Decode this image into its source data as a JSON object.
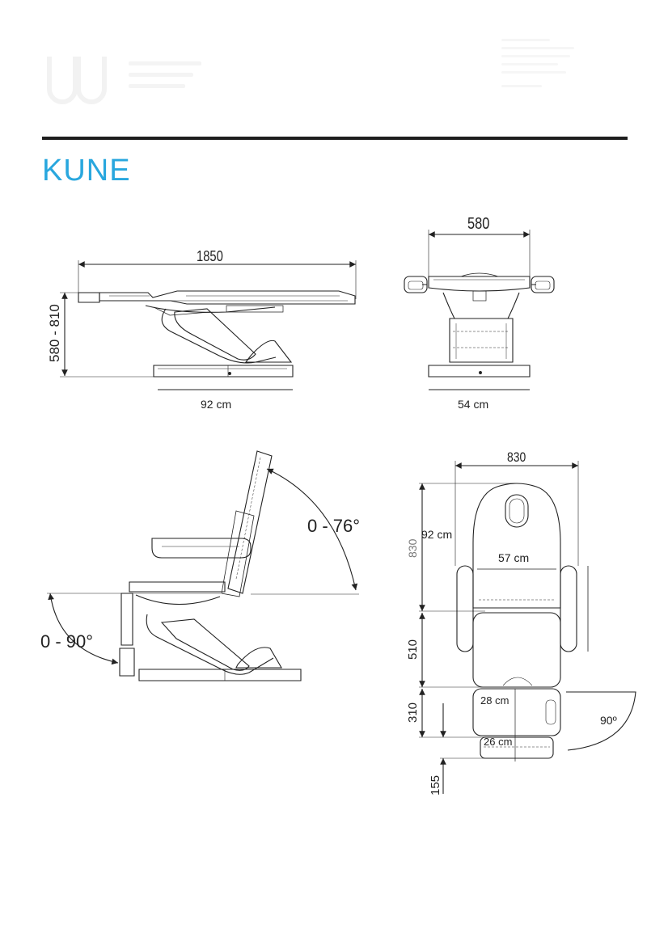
{
  "title": "KUNE",
  "side_view": {
    "length": "1850",
    "height_range": "580 - 810",
    "base": "92 cm"
  },
  "front_view": {
    "width": "580",
    "base": "54 cm"
  },
  "reclined_view": {
    "backrest_angle": "0 - 76°",
    "legrest_angle": "0 - 90°"
  },
  "top_view": {
    "total_width": "830",
    "head_section": "830",
    "back_section": "510",
    "seat_section": "310",
    "leg_section": "155",
    "head_inner": "92 cm",
    "back_width": "57 cm",
    "seat_width": "28 cm",
    "leg_width": "26 cm",
    "rotation": "90º"
  }
}
